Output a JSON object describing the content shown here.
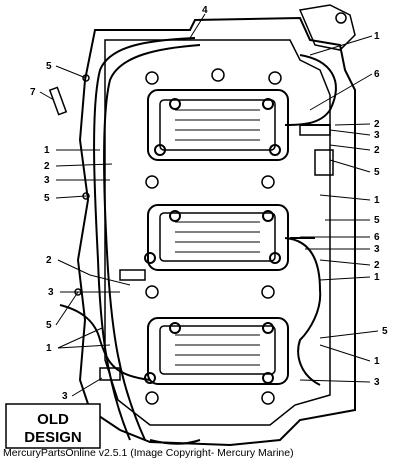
{
  "stamp": {
    "line1": "OLD",
    "line2": "DESIGN"
  },
  "copyright": "MercuryPartsOnline v2.5.1 (Image Copyright- Mercury Marine)",
  "callouts": {
    "c1": "4",
    "c2": "1",
    "c3": "6",
    "c4": "5",
    "c5": "7",
    "c6": "2",
    "c7": "3",
    "c8": "2",
    "c9": "1",
    "c10": "2",
    "c11": "5",
    "c12": "3",
    "c13": "5",
    "c14": "1",
    "c15": "6",
    "c16": "5",
    "c17": "3",
    "c18": "2",
    "c19": "2",
    "c20": "1",
    "c21": "3",
    "c22": "5",
    "c23": "5",
    "c24": "1",
    "c25": "3",
    "c26": "1",
    "c27": "3"
  }
}
